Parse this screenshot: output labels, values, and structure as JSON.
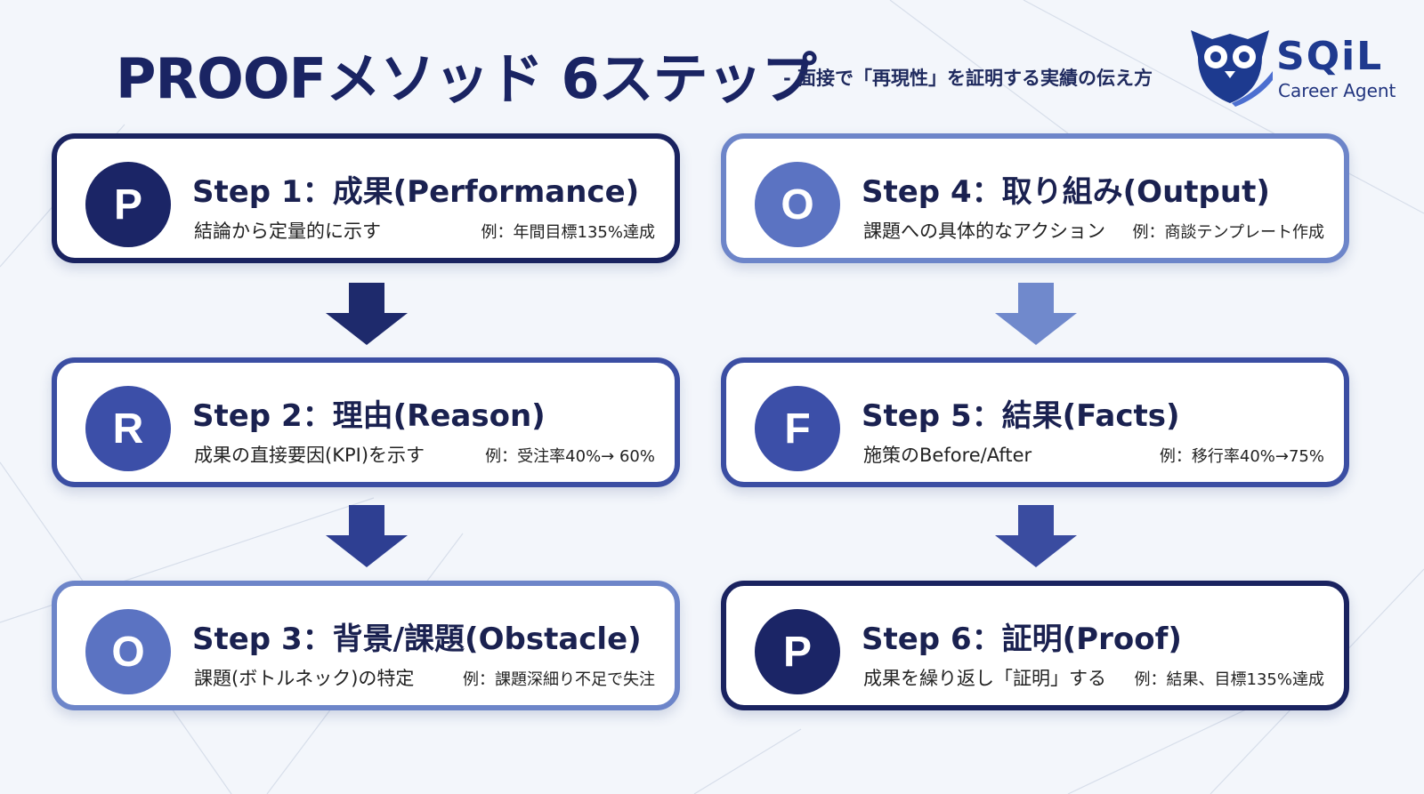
{
  "header": {
    "title": "PROOFメソッド 6ステップ",
    "subtitle": "- 面接で「再現性」を証明する実績の伝え方"
  },
  "logo": {
    "name": "SQiL",
    "tagline": "Career Agent"
  },
  "colors": {
    "dark": "#1b2566",
    "mid": "#3c4fa8",
    "light": "#5b73c2"
  },
  "steps": [
    {
      "letter": "P",
      "title": "Step 1：成果(Performance)",
      "desc": "結論から定量的に示す",
      "example": "例：年間目標135%達成"
    },
    {
      "letter": "R",
      "title": "Step 2：理由(Reason)",
      "desc": "成果の直接要因(KPI)を示す",
      "example": "例：受注率40%→ 60%"
    },
    {
      "letter": "O",
      "title": "Step 3：背景/課題(Obstacle)",
      "desc": "課題(ボトルネック)の特定",
      "example": "例：課題深細り不足で失注"
    },
    {
      "letter": "O",
      "title": "Step 4：取り組み(Output)",
      "desc": "課題への具体的なアクション",
      "example": "例：商談テンプレート作成"
    },
    {
      "letter": "F",
      "title": "Step 5：結果(Facts)",
      "desc": "施策のBefore/After",
      "example": "例：移行率40%→75%"
    },
    {
      "letter": "P",
      "title": "Step 6：証明(Proof)",
      "desc": "成果を繰り返し「証明」する",
      "example": "例：結果、目標135%達成"
    }
  ]
}
